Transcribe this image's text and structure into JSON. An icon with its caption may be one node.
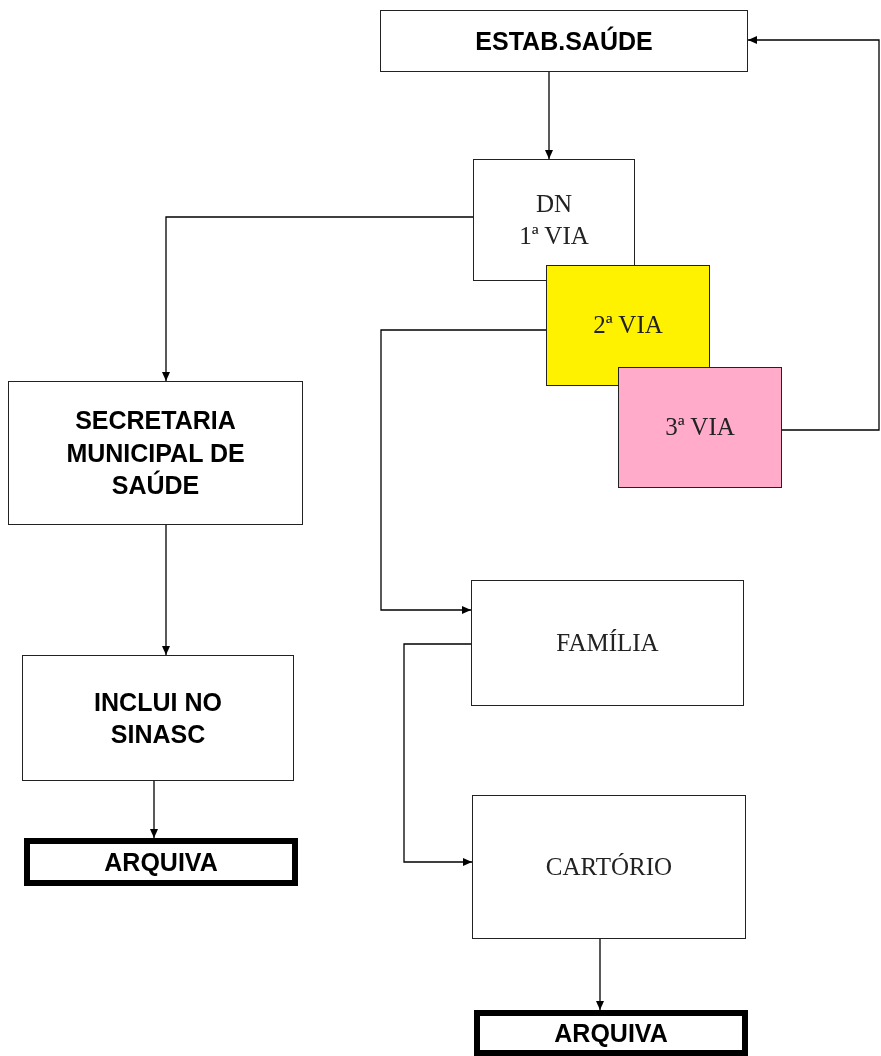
{
  "diagram": {
    "nodes": [
      {
        "text": [
          "ESTAB.SAÚDE"
        ]
      },
      {
        "text": [
          "DN",
          "1ª VIA"
        ]
      },
      {
        "text": [
          "2ª VIA"
        ]
      },
      {
        "text": [
          "3ª VIA"
        ]
      },
      {
        "text": [
          "SECRETARIA MUNICIPAL DE SAÚDE"
        ]
      },
      {
        "text": [
          "INCLUI NO SINASC"
        ]
      },
      {
        "text": [
          "ARQUIVA"
        ]
      },
      {
        "text": [
          "FAMÍLIA"
        ]
      },
      {
        "text": [
          "CARTÓRIO"
        ]
      },
      {
        "text": [
          "ARQUIVA"
        ]
      }
    ],
    "edges": [
      {
        "from": 0,
        "to": 1,
        "arrow": "to"
      },
      {
        "from": 1,
        "to": 4,
        "arrow": "to"
      },
      {
        "from": 4,
        "to": 5,
        "arrow": "to"
      },
      {
        "from": 5,
        "to": 6,
        "arrow": "to"
      },
      {
        "from": 2,
        "to": 7,
        "arrow": "to"
      },
      {
        "from": 7,
        "to": 8,
        "arrow": "to"
      },
      {
        "from": 8,
        "to": 9,
        "arrow": "to"
      },
      {
        "from": 3,
        "to": 0,
        "arrow": "to"
      }
    ]
  }
}
